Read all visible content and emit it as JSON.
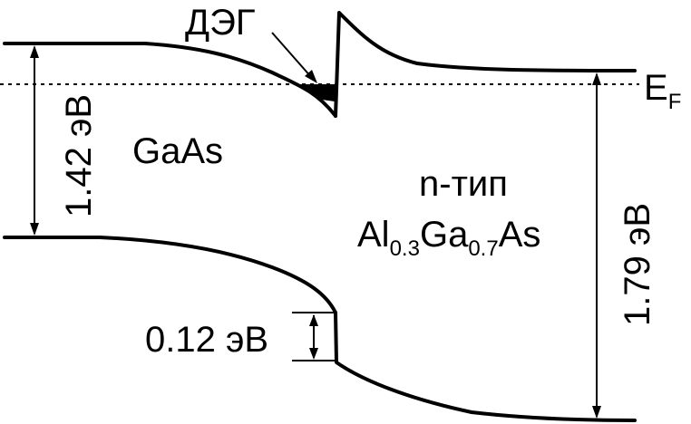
{
  "labels": {
    "dhg": "ДЭГ",
    "fermi_main": "E",
    "fermi_sub": "F",
    "gaas": "GaAs",
    "gap_gaas": "1.42 эВ",
    "n_type": "n-тип",
    "alloy_al": "Al",
    "alloy_al_sub": "0.3",
    "alloy_ga": "Ga",
    "alloy_ga_sub": "0.7",
    "alloy_as": "As",
    "gap_algaas": "1.79 эВ",
    "valence_offset": "0.12 эВ"
  }
}
